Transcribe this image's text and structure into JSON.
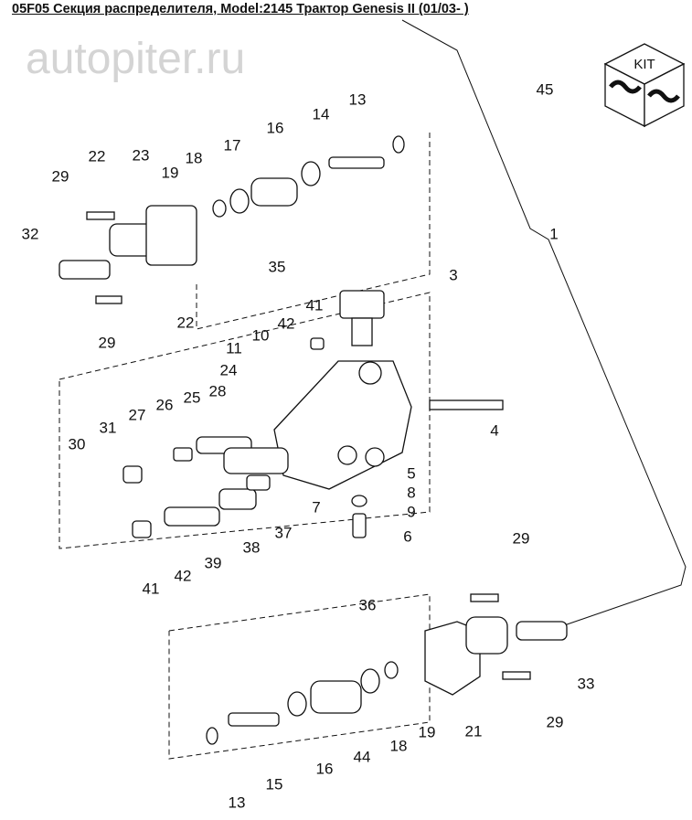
{
  "title": "05F05 Секция распределителя, Model:2145 Трактор Genesis II (01/03- )",
  "kit_label": "KIT",
  "watermark": "autopiter.ru",
  "labels": [
    "45",
    "13",
    "14",
    "16",
    "17",
    "18",
    "19",
    "23",
    "22",
    "29",
    "32",
    "35",
    "1",
    "3",
    "41",
    "42",
    "22",
    "29",
    "11",
    "10",
    "24",
    "28",
    "25",
    "26",
    "27",
    "31",
    "30",
    "4",
    "5",
    "8",
    "9",
    "7",
    "6",
    "37",
    "38",
    "39",
    "42",
    "41",
    "29",
    "36",
    "33",
    "29",
    "21",
    "19",
    "18",
    "44",
    "16",
    "15",
    "13"
  ]
}
